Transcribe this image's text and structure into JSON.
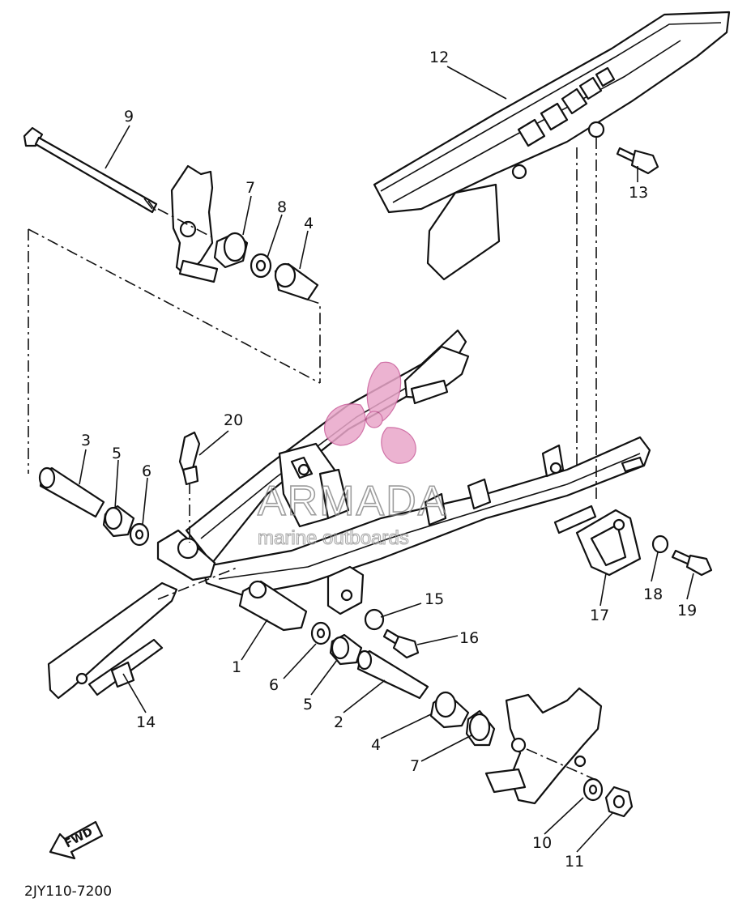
{
  "diagram": {
    "code": "2JY110-7200",
    "fwd_label": "FWD",
    "watermark": {
      "brand": "ARMADA",
      "tagline": "marine outboards",
      "color": "#e9a6c9"
    },
    "callouts": [
      {
        "id": "c12",
        "label": "12"
      },
      {
        "id": "c13",
        "label": "13"
      },
      {
        "id": "c9",
        "label": "9"
      },
      {
        "id": "c7a",
        "label": "7"
      },
      {
        "id": "c8",
        "label": "8"
      },
      {
        "id": "c4a",
        "label": "4"
      },
      {
        "id": "c3",
        "label": "3"
      },
      {
        "id": "c5a",
        "label": "5"
      },
      {
        "id": "c6a",
        "label": "6"
      },
      {
        "id": "c20",
        "label": "20"
      },
      {
        "id": "c15",
        "label": "15"
      },
      {
        "id": "c16",
        "label": "16"
      },
      {
        "id": "c17",
        "label": "17"
      },
      {
        "id": "c18",
        "label": "18"
      },
      {
        "id": "c19",
        "label": "19"
      },
      {
        "id": "c1",
        "label": "1"
      },
      {
        "id": "c6b",
        "label": "6"
      },
      {
        "id": "c5b",
        "label": "5"
      },
      {
        "id": "c2",
        "label": "2"
      },
      {
        "id": "c4b",
        "label": "4"
      },
      {
        "id": "c7b",
        "label": "7"
      },
      {
        "id": "c14",
        "label": "14"
      },
      {
        "id": "c10",
        "label": "10"
      },
      {
        "id": "c11",
        "label": "11"
      }
    ]
  }
}
